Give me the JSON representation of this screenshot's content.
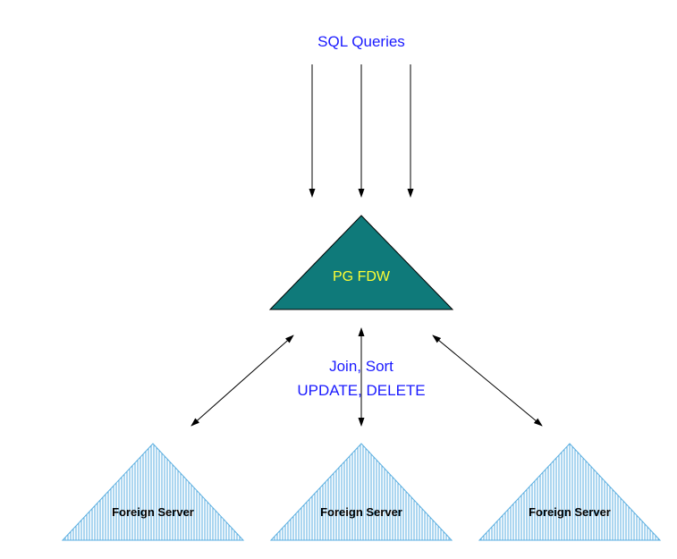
{
  "diagram": {
    "input_label": "SQL Queries",
    "fdw_label": "PG FDW",
    "pushdown_line1": "Join, Sort",
    "pushdown_line2": "UPDATE, DELETE",
    "servers": [
      {
        "label": "Foreign Server"
      },
      {
        "label": "Foreign Server"
      },
      {
        "label": "Foreign Server"
      }
    ]
  },
  "colors": {
    "fdw_fill": "#0f7a7a",
    "label_blue": "#1a1aff",
    "fdw_text": "#ffff33",
    "server_hatch": "#5aaee0",
    "arrow": "#000000"
  }
}
